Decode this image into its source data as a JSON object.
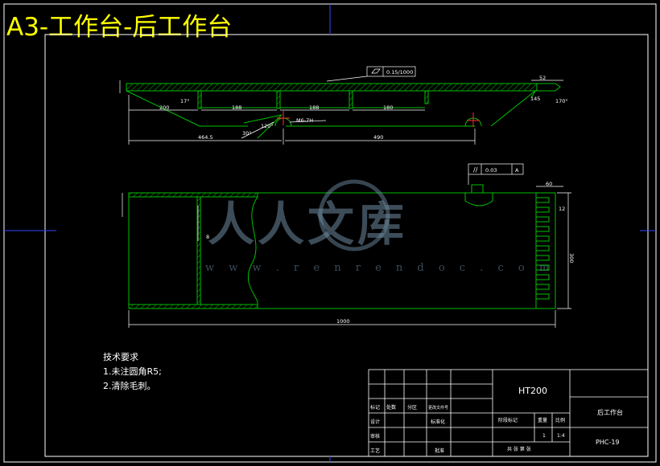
{
  "title": "A3-工作台-后工作台",
  "notes": {
    "heading": "技术要求",
    "items": [
      "1.未注圆角R5;",
      "2.清除毛刺。"
    ]
  },
  "watermark": {
    "brand": "人人文库",
    "url": "w w w . r e n r e n d o c . c o m"
  },
  "drawing": {
    "flatness_tol": "0.15/1000",
    "parallel_tol": "//",
    "parallel_value": "0.03",
    "datum": "A",
    "dims": {
      "d200": "200",
      "d188a": "188",
      "d188b": "188",
      "d180": "180",
      "d4645": "464.5",
      "d490": "490",
      "d1000": "1000",
      "d300": "300",
      "d52": "52",
      "d60": "60",
      "d12": "12",
      "a17": "17°",
      "a145": "145",
      "a170": "170°",
      "a30": "30°",
      "a120": "120°",
      "m16": "M6-7H",
      "m8": "8"
    }
  },
  "titleblock": {
    "material": "HT200",
    "name": "后工作台",
    "code": "PHC-19",
    "qty_val": "1",
    "scale_val": "1:4",
    "hdr_stage": "阶段标记",
    "hdr_weight": "重量",
    "hdr_scale": "比例",
    "r1": [
      "标记",
      "处数",
      "分区",
      "更改文件号"
    ],
    "r2": [
      "设计",
      "标准化"
    ],
    "r3": [
      "审核"
    ],
    "r4": [
      "工艺",
      "批准"
    ],
    "sheet": "共 张   第 张"
  }
}
